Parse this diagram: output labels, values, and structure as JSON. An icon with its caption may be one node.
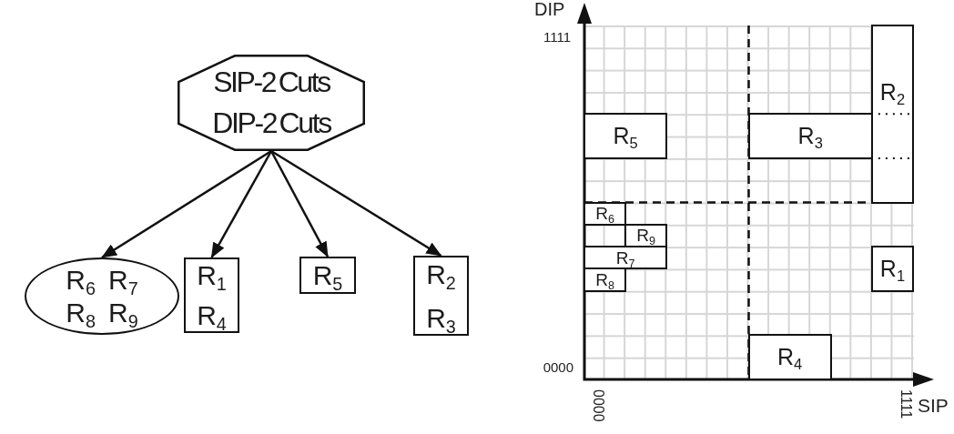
{
  "diagram": {
    "nodes": [
      {
        "text": [
          "SIP-2 Cuts",
          "DIP-2 Cuts"
        ]
      },
      {
        "text": [
          "R$_{6}$",
          "R$_{7}$",
          "R$_{8}$",
          "R$_{9}$"
        ]
      },
      {
        "text": [
          "R$_{1}$",
          "R$_{4}$"
        ]
      },
      {
        "text": [
          "R$_{5}$"
        ]
      },
      {
        "text": [
          "R$_{2}$",
          "R$_{3}$"
        ]
      },
      {
        "text": [
          "R$_{2}$"
        ]
      },
      {
        "text": [
          "R$_{5}$"
        ]
      },
      {
        "text": [
          "R$_{3}$"
        ]
      },
      {
        "text": [
          "R$_{6}$"
        ]
      },
      {
        "text": [
          "R$_{9}$"
        ]
      },
      {
        "text": [
          "R$_{7}$"
        ]
      },
      {
        "text": [
          "R$_{1}$"
        ]
      },
      {
        "text": [
          "R$_{8}$"
        ]
      },
      {
        "text": [
          "R$_{4}$"
        ]
      }
    ],
    "edges": [
      {
        "from": 0,
        "to": 1,
        "arrow": "to"
      },
      {
        "from": 0,
        "to": 2,
        "arrow": "to"
      },
      {
        "from": 0,
        "to": 3,
        "arrow": "to"
      },
      {
        "from": 0,
        "to": 4,
        "arrow": "to"
      }
    ],
    "labels": [
      "DIP",
      "1111",
      "0000",
      "0000",
      "1111",
      "SIP"
    ]
  }
}
